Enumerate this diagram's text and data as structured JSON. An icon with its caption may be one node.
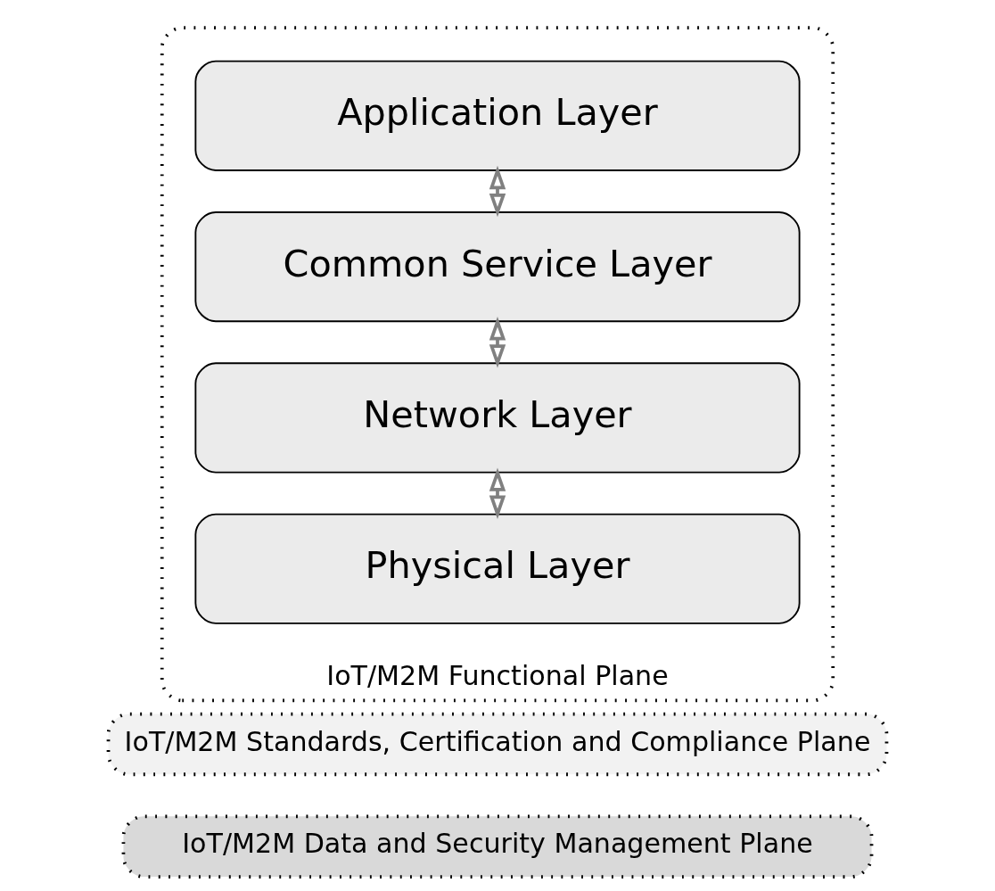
{
  "diagram": {
    "nodes": [
      {
        "text": [
          "IoT/M2M Functional Plane"
        ]
      },
      {
        "text": [
          "Application Layer"
        ],
        "in": 0
      },
      {
        "text": [
          "Common Service Layer"
        ],
        "in": 0
      },
      {
        "text": [
          "Network Layer"
        ],
        "in": 0
      },
      {
        "text": [
          "Physical Layer"
        ],
        "in": 0
      },
      {
        "text": [
          "IoT/M2M Standards, Certification and Compliance Plane"
        ]
      },
      {
        "text": [
          "IoT/M2M Data and Security Management Plane"
        ]
      }
    ],
    "edges": [
      {
        "from": 1,
        "to": 2,
        "arrow": "both"
      },
      {
        "from": 2,
        "to": 3,
        "arrow": "both"
      },
      {
        "from": 3,
        "to": 4,
        "arrow": "both"
      }
    ]
  }
}
